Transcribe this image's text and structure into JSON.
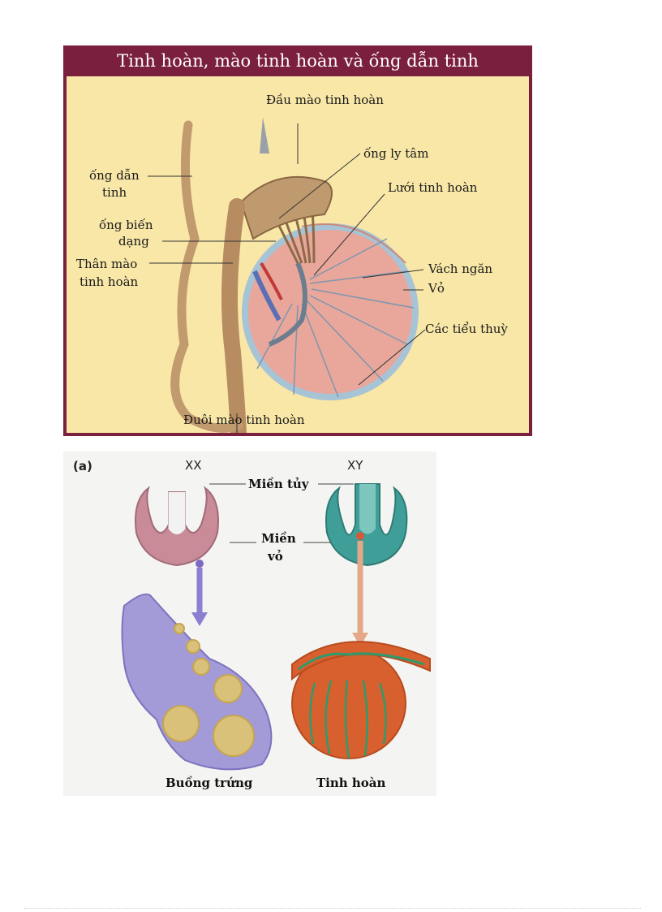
{
  "figure1": {
    "title": "Tinh hoàn, mào tinh hoàn và ống dẫn tinh",
    "labels": {
      "dau_mao": "Đầu mào tinh hoàn",
      "ong_ly_tam": "ống ly tâm",
      "luoi": "Lưới tinh hoàn",
      "ong_dan_1": "ống dẫn",
      "ong_dan_2": "tinh",
      "ong_bien_1": "ống biến",
      "ong_bien_2": "dạng",
      "than_1": "Thân mào",
      "than_2": "tinh hoàn",
      "vach_ngan": "Vách ngăn",
      "vo": "Vỏ",
      "tieu_thuy": "Các tiểu thuỳ",
      "duoi": "Đuôi mào tinh hoàn"
    }
  },
  "figure2": {
    "panel_letter": "(a)",
    "xx": "XX",
    "xy": "XY",
    "mien_tuy": "Miền tủy",
    "mien_vo_1": "Miền",
    "mien_vo_2": "vỏ",
    "buong_trung": "Buồng trứng",
    "tinh_hoan": "Tinh hoàn"
  }
}
